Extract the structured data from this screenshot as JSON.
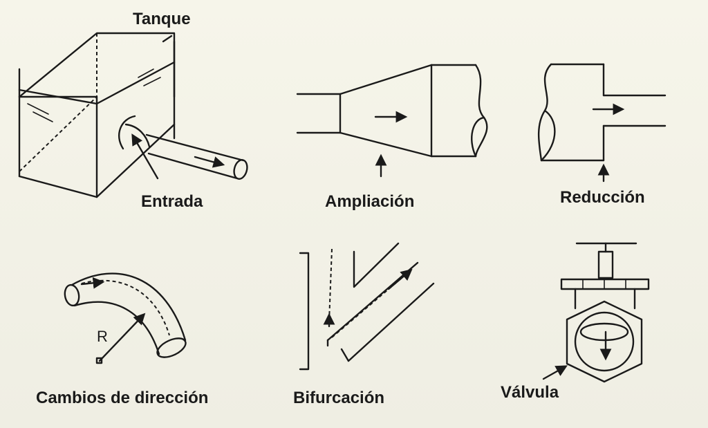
{
  "labels": {
    "tanque": "Tanque",
    "entrada": "Entrada",
    "ampliacion": "Ampliación",
    "reduccion": "Reducción",
    "cambios": "Cambios de dirección",
    "radio": "R",
    "bifurcacion": "Bifurcación",
    "valvula": "Válvula"
  }
}
